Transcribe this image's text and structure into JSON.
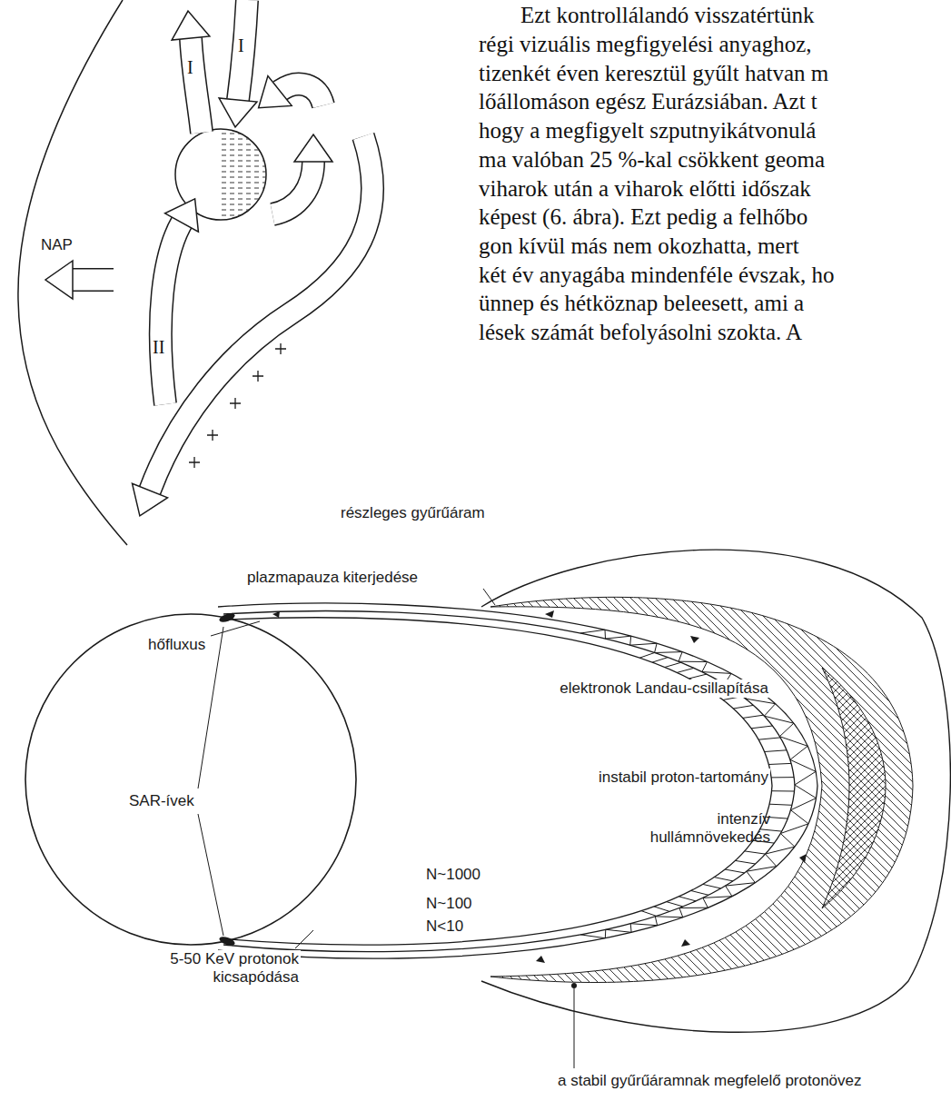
{
  "diagram": {
    "labels": [
      "Ezt kontrollálandó visszatértünk",
      "régi vizuális megfigyelési anyaghoz,",
      "tizenkét éven keresztül gyűlt hatvan m",
      "lőállomáson egész Eurázsiában. Azt t",
      "hogy a megfigyelt szputnyikátvonulá",
      "ma valóban 25 %-kal csökkent geoma",
      "viharok után a viharok előtti időszak",
      "képest (6. ábra). Ezt pedig a felhőbo",
      "gon kívül más nem okozhatta, mert",
      "két év anyagába mindenféle évszak, ho",
      "ünnep és hétköznap beleesett, ami a",
      "lések számát befolyásolni szokta. A",
      "NAP",
      "I",
      "I",
      "II",
      "részleges gyűrűáram",
      "plazmapauza kiterjedése",
      "hőfluxus",
      "elektronok Landau-csillapítása",
      "instabil proton-tartomány",
      "intenzív hullámnövekedés",
      "SAR-ívek",
      "N~1000",
      "N~100",
      "N<10",
      "5-50 KeV protonok kicsapódása",
      "a stabil gyűrűáramnak megfelelő protonövez"
    ]
  }
}
